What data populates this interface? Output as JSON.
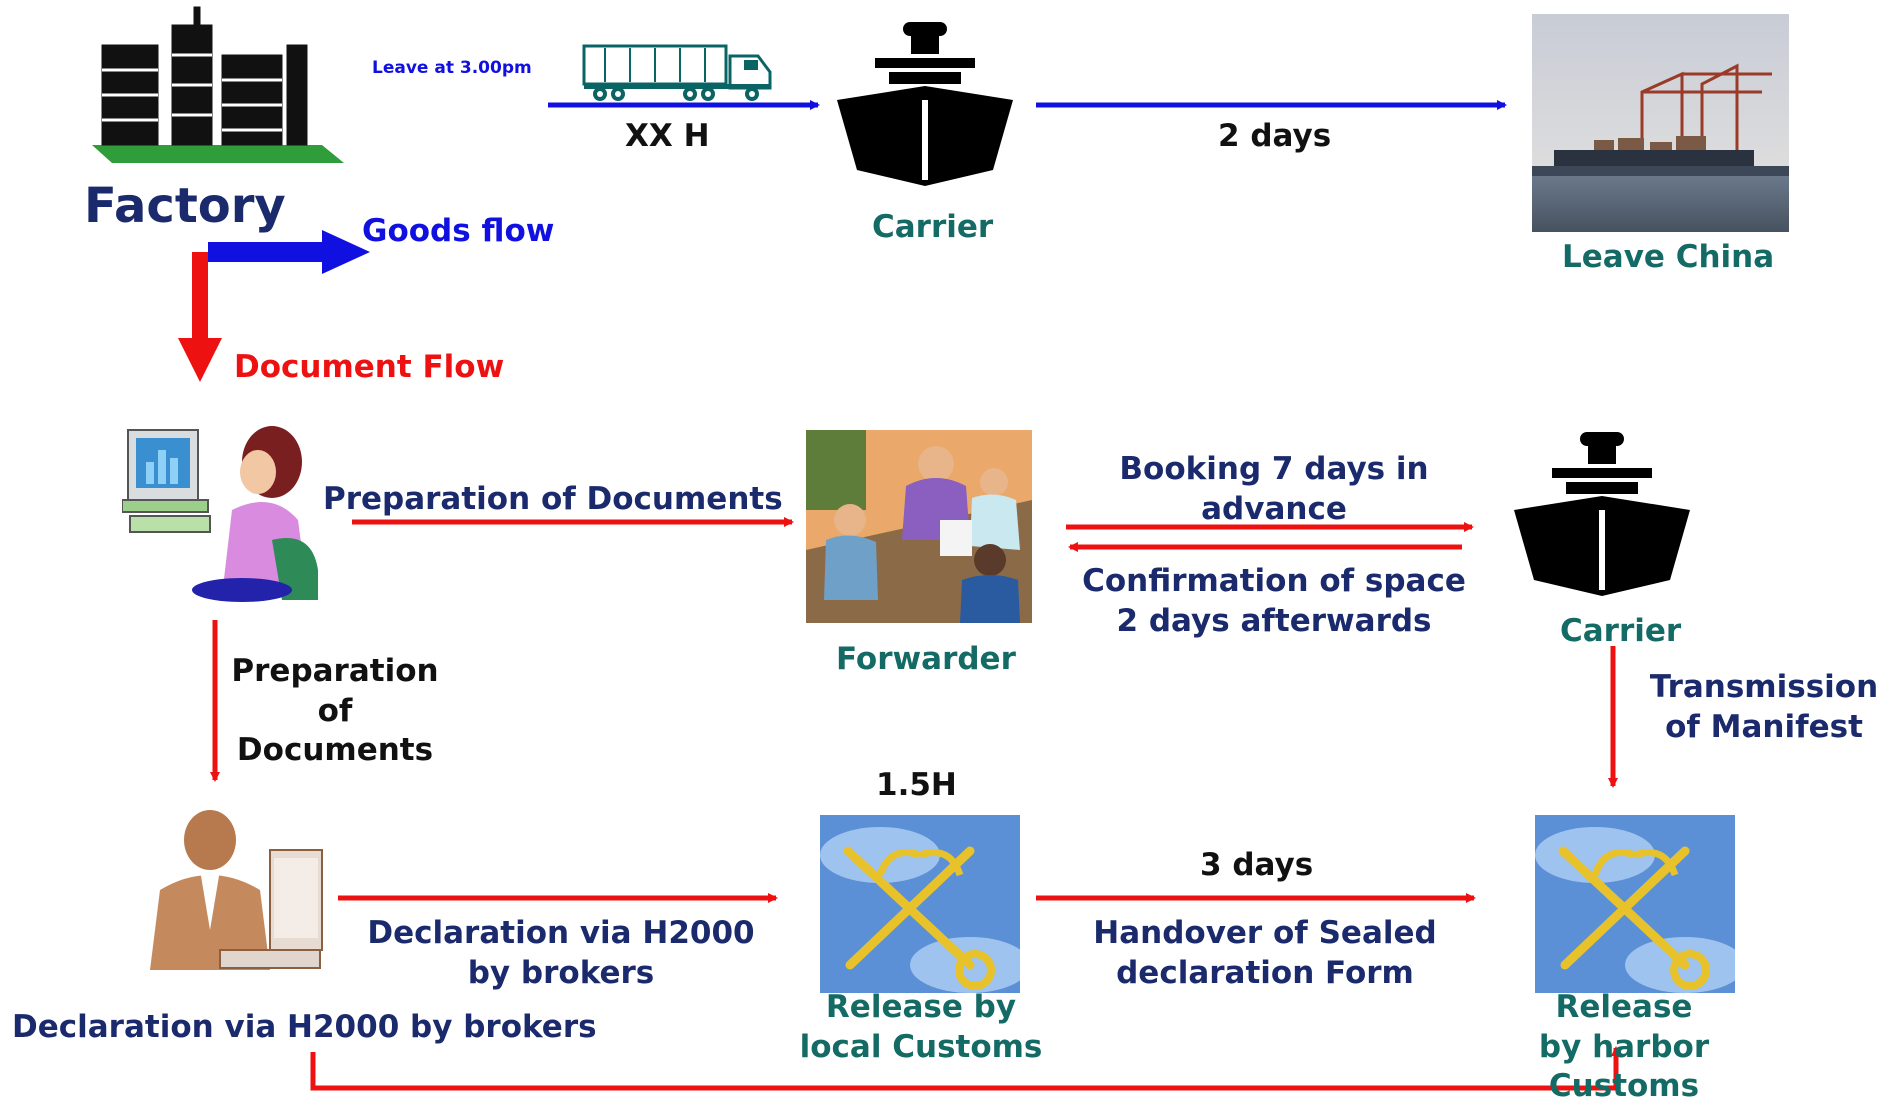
{
  "factory": {
    "label": "Factory",
    "leave_time": "Leave at 3.00pm"
  },
  "legend": {
    "goods_flow": "Goods flow",
    "document_flow": "Document Flow"
  },
  "goods": {
    "truck_duration": "XX H",
    "carrier_label": "Carrier",
    "sea_duration": "2 days",
    "leave_china_label": "Leave China"
  },
  "documents": {
    "prep_horizontal": "Preparation of Documents",
    "forwarder_label": "Forwarder",
    "booking": "Booking 7 days in advance",
    "confirmation": "Confirmation of space 2 days afterwards",
    "carrier_label": "Carrier",
    "prep_vertical": "Preparation of Documents",
    "transmission": "Transmission of Manifest",
    "local_time": "1.5H",
    "declaration_arrow": "Declaration via H2000 by brokers",
    "declaration_label": "Declaration via H2000 by brokers",
    "release_local": "Release by local Customs",
    "handover_time": "3 days",
    "handover": "Handover of Sealed declaration Form",
    "release_harbor": "Release by harbor Customs"
  },
  "colors": {
    "goods_arrow": "#1010e0",
    "doc_arrow": "#ee1111",
    "navy_text": "#1a2a6c",
    "teal_text": "#146a64"
  }
}
